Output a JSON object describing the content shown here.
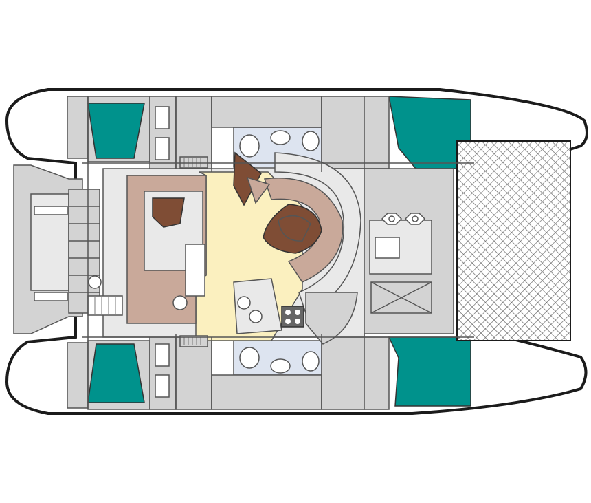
{
  "diagram": {
    "kind": "catamaran-deck-plan",
    "labels": [],
    "colors": {
      "hull_outline": "#1b1b1b",
      "structure": "#d3d3d3",
      "cabin_berth": "#00928c",
      "saloon_floor": "#fbf0bf",
      "seating": "#c9a99a",
      "table": "#7f4d35",
      "head": "#dde4f0",
      "trampoline": "#ffffff"
    },
    "areas": [
      "port-aft-cabin",
      "port-fwd-cabin",
      "starboard-aft-cabin",
      "starboard-fwd-cabin",
      "port-head",
      "starboard-head",
      "saloon",
      "galley",
      "helm",
      "cockpit",
      "trampoline-netting",
      "forward-deck"
    ]
  }
}
